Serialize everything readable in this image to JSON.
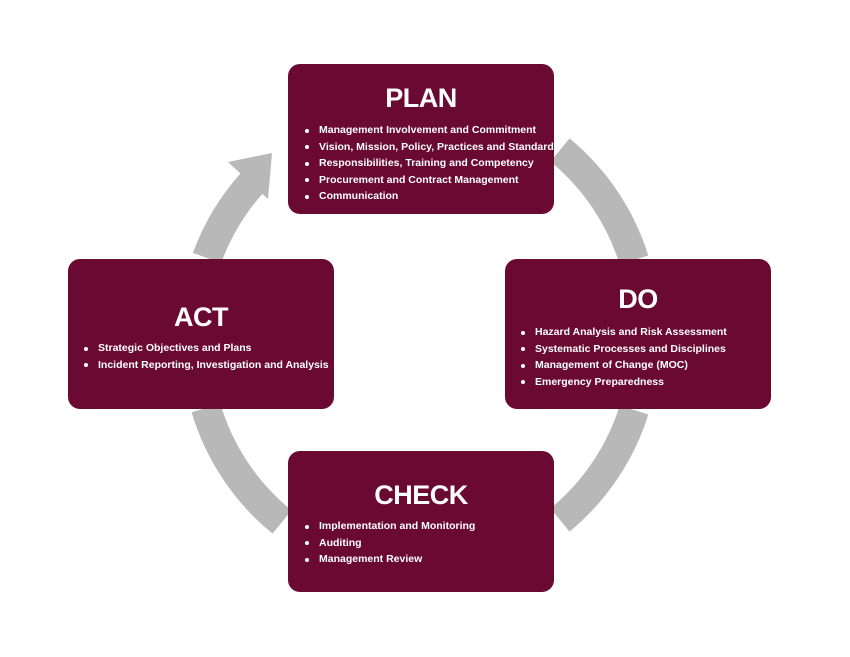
{
  "colors": {
    "box_fill": "#6a0a32",
    "arrow": "#b8b8b8",
    "text": "#ffffff"
  },
  "plan": {
    "title": "PLAN",
    "items": [
      "Management Involvement and Commitment",
      "Vision, Mission, Policy, Practices and Standards",
      "Responsibilities, Training and Competency",
      "Procurement and Contract Management",
      "Communication"
    ]
  },
  "do": {
    "title": "DO",
    "items": [
      "Hazard Analysis and Risk Assessment",
      "Systematic Processes and Disciplines",
      "Management of Change (MOC)",
      "Emergency Preparedness"
    ]
  },
  "check": {
    "title": "CHECK",
    "items": [
      "Implementation and Monitoring",
      "Auditing",
      "Management Review"
    ]
  },
  "act": {
    "title": "ACT",
    "items": [
      "Strategic Objectives and Plans",
      "Incident Reporting, Investigation and Analysis"
    ]
  }
}
